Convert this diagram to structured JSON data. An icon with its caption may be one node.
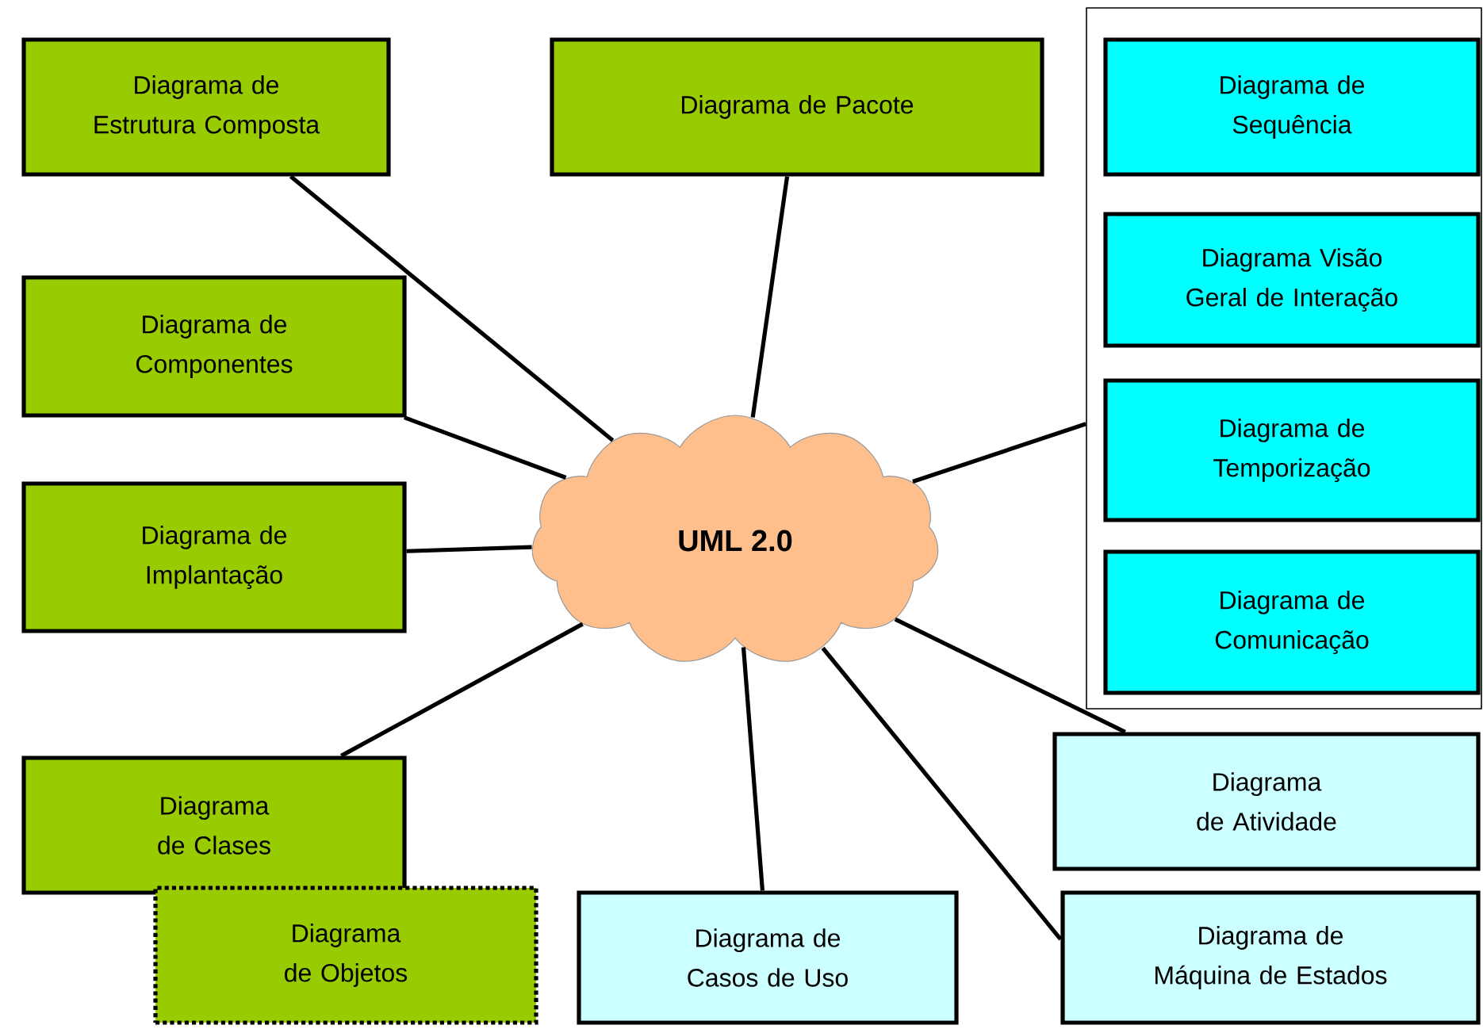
{
  "diagram": {
    "nodes": [
      {
        "text": [
          "Diagrama de Estrutura Composta"
        ]
      },
      {
        "text": [
          "Diagrama de Pacote"
        ]
      },
      {
        "text": [],
        "shape": "box"
      },
      {
        "text": [
          "Diagrama de Sequência"
        ],
        "in": 2
      },
      {
        "text": [
          "Diagrama Visão Geral de Interação"
        ],
        "in": 2
      },
      {
        "text": [
          "Diagrama de Temporização"
        ],
        "in": 2
      },
      {
        "text": [
          "Diagrama de Comunicação"
        ],
        "in": 2
      },
      {
        "text": [
          "Diagrama de Componentes"
        ]
      },
      {
        "text": [
          "Diagrama de Implantação"
        ]
      },
      {
        "text": [
          "UML 2.0"
        ]
      },
      {
        "text": [
          "Diagrama de Atividade"
        ]
      },
      {
        "text": [
          "Diagrama de Clases"
        ]
      },
      {
        "text": [
          "Diagrama de Objetos"
        ]
      },
      {
        "text": [
          "Diagrama de Casos de Uso"
        ]
      },
      {
        "text": [
          "Diagrama de Máquina de Estados"
        ]
      }
    ],
    "edges": [
      {
        "from": 9,
        "to": 0,
        "arrow": "none"
      },
      {
        "from": 9,
        "to": 1,
        "arrow": "none"
      },
      {
        "from": 9,
        "to": 2,
        "arrow": "none"
      },
      {
        "from": 9,
        "to": 7,
        "arrow": "none"
      },
      {
        "from": 9,
        "to": 8,
        "arrow": "none"
      },
      {
        "from": 9,
        "to": 11,
        "arrow": "none"
      },
      {
        "from": 9,
        "to": 13,
        "arrow": "none"
      },
      {
        "from": 9,
        "to": 10,
        "arrow": "none"
      },
      {
        "from": 9,
        "to": 14,
        "arrow": "none"
      }
    ]
  }
}
